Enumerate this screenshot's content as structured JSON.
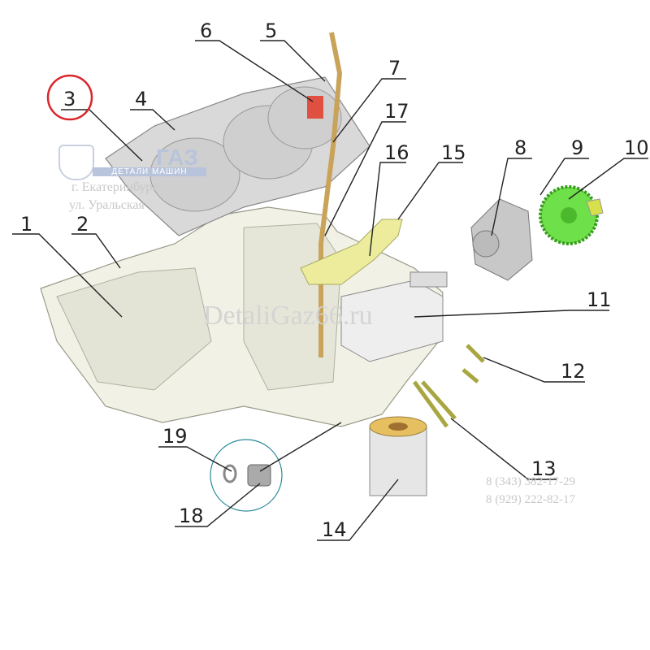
{
  "callouts": {
    "c1": "1",
    "c2": "2",
    "c3": "3",
    "c4": "4",
    "c5": "5",
    "c6": "6",
    "c7": "7",
    "c8": "8",
    "c9": "9",
    "c10": "10",
    "c11": "11",
    "c12": "12",
    "c13": "13",
    "c14": "14",
    "c15": "15",
    "c16": "16",
    "c17": "17",
    "c18": "18",
    "c19": "19"
  },
  "highlight": {
    "callout": "3",
    "color": "#d9262b"
  },
  "watermark": {
    "logo": "ГАЗ",
    "tagline": "ДЕТАЛИ МАШИН",
    "city": "г. Екатеринбург",
    "street": "ул. Уральская",
    "site": "DetaliGaz66.ru",
    "phone1": "8 (343) 382-17-29",
    "phone2": "8 (929) 222-82-17"
  },
  "colors": {
    "pan": "#f1f1e6",
    "cover": "#d9d9d9",
    "dipstick": "#c9a35a",
    "tube": "#ecec9c",
    "gear": "#6ee04a",
    "bolt": "#c8c64a",
    "accent": "#e05040"
  }
}
